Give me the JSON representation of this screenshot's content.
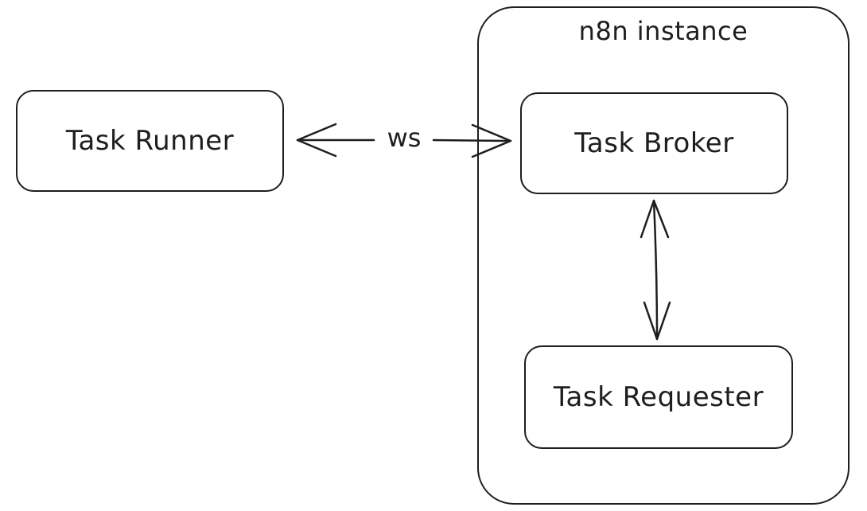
{
  "container": {
    "title": "n8n instance"
  },
  "nodes": {
    "task_runner": "Task Runner",
    "task_broker": "Task Broker",
    "task_requester": "Task Requester"
  },
  "edges": {
    "runner_broker_label": "ws"
  }
}
